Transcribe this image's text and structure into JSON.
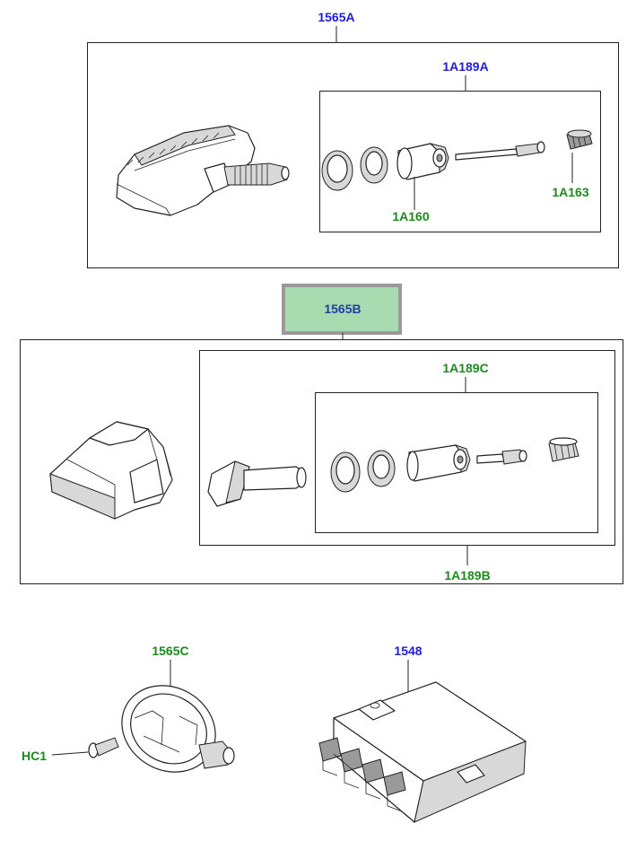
{
  "colors": {
    "blue_label": "#1f1fd6",
    "green_label": "#1e8a1e",
    "highlight_fill": "#a8dcb0",
    "highlight_border": "#9a9a9a"
  },
  "labels": {
    "top_assembly": "1565A",
    "top_valve_kit": "1A189A",
    "top_nut": "1A160",
    "top_cap": "1A163",
    "mid_assembly": "1565B",
    "mid_valve_kit_outer": "1A189C",
    "mid_valve_kit_inner": "1A189B",
    "bottom_antenna": "1565C",
    "bottom_screw": "HC1",
    "bottom_module": "1548"
  }
}
